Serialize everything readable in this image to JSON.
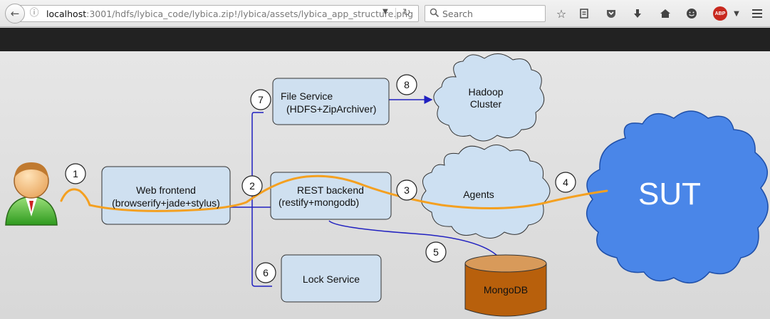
{
  "browser": {
    "url_host": "localhost",
    "url_rest": ":3001/hdfs/lybica_code/lybica.zip!/lybica/assets/lybica_app_structure.png",
    "search_placeholder": "Search",
    "icons": [
      "back-arrow-icon",
      "info-icon",
      "url-dropdown-icon",
      "reload-icon",
      "search-icon",
      "bookmark-star-icon",
      "reading-list-icon",
      "pocket-icon",
      "download-icon",
      "home-icon",
      "emoji-icon",
      "adblock-icon",
      "menu-dropdown-icon",
      "hamburger-menu-icon"
    ],
    "adblock_label": "ABP"
  },
  "diagram": {
    "nodes": {
      "web_frontend": [
        "Web frontend",
        "(browserify+jade+stylus)"
      ],
      "file_service": [
        "File Service",
        "(HDFS+ZipArchiver)"
      ],
      "rest_backend": [
        "REST backend",
        "(restify+mongodb)"
      ],
      "lock_service": [
        "Lock Service"
      ],
      "hadoop": [
        "Hadoop",
        "Cluster"
      ],
      "agents": [
        "Agents"
      ],
      "sut": [
        "SUT"
      ],
      "mongodb": [
        "MongoDB"
      ]
    },
    "steps": [
      "1",
      "2",
      "3",
      "4",
      "5",
      "6",
      "7",
      "8"
    ],
    "colors": {
      "box_fill": "#cfe0f0",
      "cloud_fill": "#cde0f2",
      "sut_fill": "#4a86e8",
      "db_fill": "#b8600c",
      "db_top": "#d89a5a",
      "flow_line": "#f4a020",
      "connector": "#2020c0"
    }
  }
}
